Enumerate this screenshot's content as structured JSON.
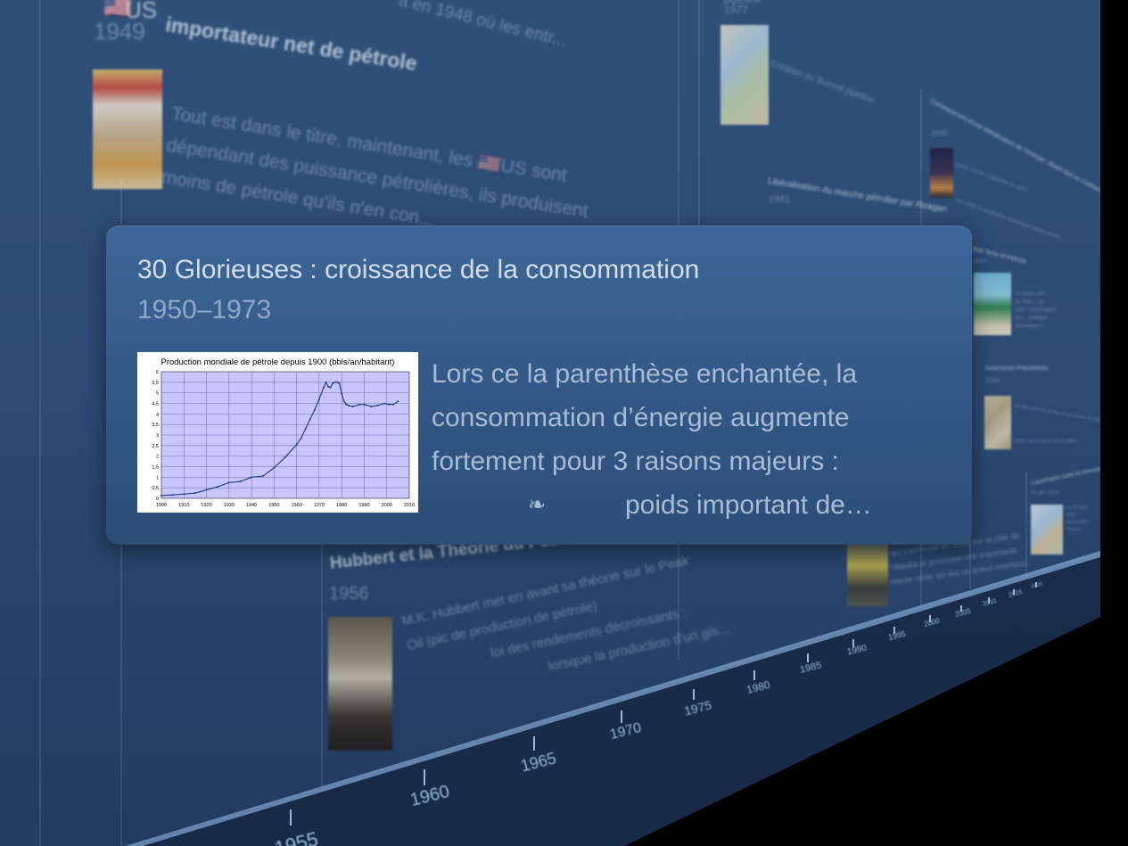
{
  "timeline": {
    "axis_years": [
      "1955",
      "1960",
      "1965",
      "1970",
      "1975",
      "1980",
      "1985",
      "1990",
      "1995",
      "2000",
      "2005",
      "2010",
      "2015",
      "2020"
    ]
  },
  "events": [
    {
      "flag": "🇺🇸",
      "country": "US",
      "title": "importateur net de pétrole",
      "date": "1949",
      "body1": "Tout est dans le titre, maintenant, les",
      "body1_country": "US",
      "body1_end": "sont",
      "body2": "dépendant des puissance pétrolières, ils produisent",
      "body3": "moins de pétrole qu'ils n'en con...",
      "top_snippet": "a en 1948 où les entr..."
    },
    {
      "title": "Hubbert et la Théorie du Peak Oil",
      "date": "1956",
      "line1": "M.K. Hubbert met en avant sa théorie sur le Peak",
      "line2": "Oil (pic de production de pétrole)",
      "line3": "loi des rendements décroissants :",
      "line4": "lorsque la production d'un gis..."
    },
    {
      "title": "pipeline",
      "date": "1977",
      "text": "Création du Sumed pipeline"
    },
    {
      "title": "Libéralisation du marché pétrolier par Reagan",
      "date": "1981"
    },
    {
      "title": "Conséquences d'une libéralisation de l'énergie : Black Out en Californie",
      "date": "2000",
      "line1": "Black Out en Californie en 2000",
      "line2": "En 1996, la production électrique californienne..."
    },
    {
      "title": "Bali Terre et Pétrole",
      "date": "2007",
      "text": "La filière des ... de Bali ... en 2007 l'imbrication de ... politique ... provoquant ..."
    },
    {
      "title": "Gisements Pétrolifères",
      "date": "2009",
      "line1": "Un gisement est un lieu où se trouve du pétrole",
      "line2": "Aussi l'on trouve le 10-40 effets..."
    },
    {
      "title": "Catastrophe Golfe du Mexique",
      "date": "20 avr 2010",
      "text": "Le 20 avril 2010 ... Deepwater Horizon ..."
    },
    {
      "line1": "qui s'échouait en 1989 sur la côte de",
      "line2": "l'Alaska et provoque une importante",
      "line3": "marée noire qui eut un grand retentiss..."
    }
  ],
  "tooltip": {
    "title": "30 Glorieuses : croissance de la consommation",
    "date": "1950–1973",
    "lines": [
      "Lors ce la parenthèse enchantée, la",
      "consommation d’énergie augmente",
      "fortement pour 3 raisons majeurs :"
    ],
    "fleuron": "❧",
    "last_line": "poids important de…"
  },
  "chart_data": {
    "type": "line",
    "title": "Production mondiale de pétrole depuis 1900 (bbls/an/habitant)",
    "xlabel": "",
    "ylabel": "",
    "xlim": [
      1900,
      2010
    ],
    "ylim": [
      0,
      6
    ],
    "x_ticks": [
      "1900",
      "1910",
      "1920",
      "1930",
      "1940",
      "1950",
      "1960",
      "1970",
      "1980",
      "1990",
      "2000",
      "2010"
    ],
    "y_ticks": [
      "0",
      "0,5",
      "1",
      "1,5",
      "2",
      "2,5",
      "3",
      "3,5",
      "4",
      "4,5",
      "5",
      "5,5",
      "6"
    ],
    "grid": true,
    "background": "#c9c6ff",
    "line_color": "#2a3e8c",
    "series": [
      {
        "x": [
          1900,
          1905,
          1910,
          1915,
          1920,
          1925,
          1930,
          1935,
          1940,
          1945,
          1950,
          1955,
          1960,
          1962,
          1964,
          1966,
          1968,
          1970,
          1972,
          1973,
          1974,
          1975,
          1976,
          1977,
          1978,
          1979,
          1980,
          1981,
          1982,
          1983,
          1985,
          1988,
          1990,
          1993,
          1996,
          1999,
          2001,
          2003,
          2005
        ],
        "y": [
          0.13,
          0.16,
          0.2,
          0.25,
          0.4,
          0.55,
          0.75,
          0.8,
          1.0,
          1.05,
          1.45,
          1.95,
          2.55,
          2.85,
          3.3,
          3.75,
          4.2,
          4.7,
          5.25,
          5.5,
          5.3,
          5.25,
          5.45,
          5.5,
          5.5,
          5.45,
          4.95,
          4.6,
          4.45,
          4.4,
          4.35,
          4.45,
          4.45,
          4.35,
          4.4,
          4.5,
          4.45,
          4.45,
          4.6
        ]
      }
    ]
  },
  "colors": {
    "wall": "#2c4a72",
    "tooltip": "#345a88",
    "tooltip_title": "#d3deec",
    "tooltip_text": "#a8bcd6",
    "axis": "#9ab6d8"
  }
}
